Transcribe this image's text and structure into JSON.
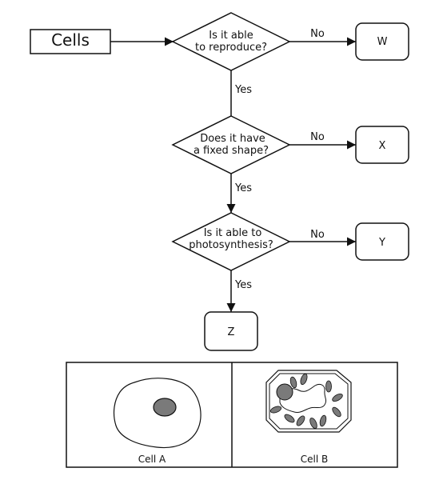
{
  "flowchart": {
    "start": "Cells",
    "questions": [
      {
        "line1": "Is it able",
        "line2": "to reproduce?"
      },
      {
        "line1": "Does it have",
        "line2": "a fixed shape?"
      },
      {
        "line1": "Is it able to",
        "line2": "photosynthesis?"
      }
    ],
    "no_label": "No",
    "yes_label": "Yes",
    "outcomes": [
      "W",
      "X",
      "Y",
      "Z"
    ]
  },
  "cells": {
    "left_caption": "Cell A",
    "right_caption": "Cell B"
  }
}
